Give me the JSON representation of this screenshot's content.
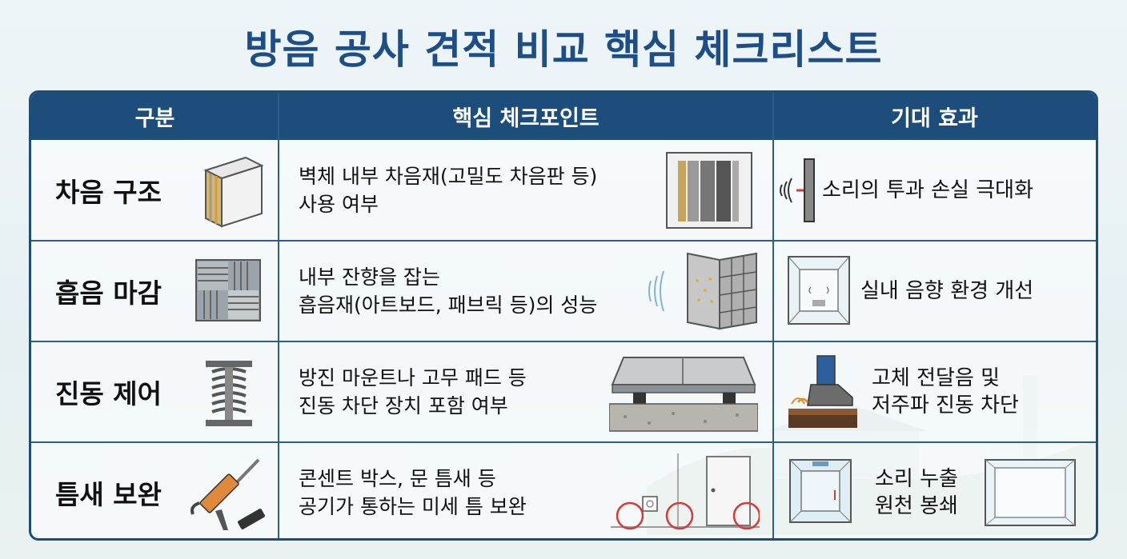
{
  "title": "방음 공사 견적 비교 핵심 체크리스트",
  "columns": {
    "category": "구분",
    "checkpoint": "핵심 체크포인트",
    "effect": "기대 효과"
  },
  "rows": [
    {
      "category": "차음 구조",
      "category_icon": "wall-layers-icon",
      "checkpoint_line1": "벽체 내부 차음재(고밀도 차음판 등)",
      "checkpoint_line2": "사용 여부",
      "checkpoint_icon": "soundproof-panel-icon",
      "effect_line1": "소리의 투과 손실 극대화",
      "effect_line2": "",
      "effect_icon": "sound-blocked-wall-icon"
    },
    {
      "category": "흡음 마감",
      "category_icon": "acoustic-tile-icon",
      "checkpoint_line1": "내부 잔향을 잡는",
      "checkpoint_line2": "흡음재(아트보드, 패브릭 등)의 성능",
      "checkpoint_icon": "absorbing-panel-icon",
      "effect_line1": "실내 음향 환경 개선",
      "effect_line2": "",
      "effect_icon": "room-acoustics-icon"
    },
    {
      "category": "진동 제어",
      "category_icon": "spring-icon",
      "checkpoint_line1": "방진 마운트나 고무 패드 등",
      "checkpoint_line2": "진동 차단 장치 포함 여부",
      "checkpoint_icon": "floating-floor-icon",
      "effect_line1": "고체 전달음 및",
      "effect_line2": "저주파 진동 차단",
      "effect_icon": "footstep-vibration-icon"
    },
    {
      "category": "틈새 보완",
      "category_icon": "caulking-gun-icon",
      "checkpoint_line1": "콘센트 박스, 문 틈새 등",
      "checkpoint_line2": "공기가 통하는 미세 틈 보완",
      "checkpoint_icon": "gap-highlight-icon",
      "effect_line1": "소리 누출",
      "effect_line2": "원천 봉쇄",
      "effect_icon": "sealed-room-icon"
    }
  ],
  "colors": {
    "title": "#1d4f86",
    "header_bg": "#1d4e7b",
    "border": "#2a5e8c",
    "highlight_red": "#d83a3a"
  }
}
